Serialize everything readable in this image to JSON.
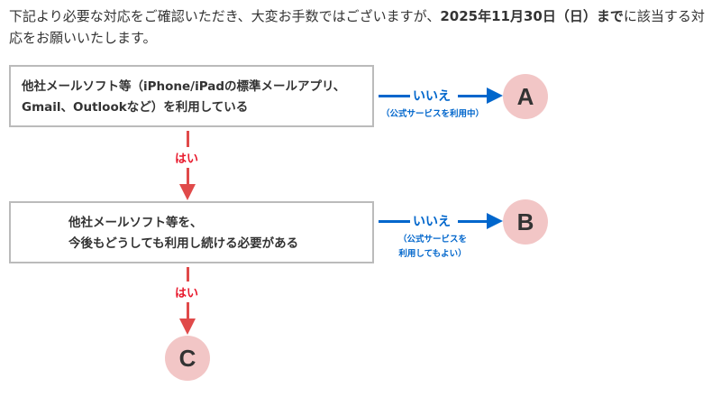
{
  "intro": {
    "before": "下記より必要な対応をご確認いただき、大変お手数ではございますが、",
    "deadline": "2025年11月30日（日）まで",
    "after": "に該当する対応をお願いいたします。"
  },
  "q1": {
    "line1": "他社メールソフト等（iPhone/iPadの標準メールアプリ、",
    "line2": "Gmail、Outlookなど）を利用している"
  },
  "q2": {
    "line1": "他社メールソフト等を、",
    "line2": "今後もどうしても利用し続ける必要がある"
  },
  "branch_a": {
    "no": "いいえ",
    "note": "（公式サービスを利用中）",
    "result": "A"
  },
  "branch_b": {
    "no": "いいえ",
    "note1": "（公式サービスを",
    "note2": "利用してもよい）",
    "result": "B"
  },
  "yes1": "はい",
  "yes2": "はい",
  "result_c": "C",
  "colors": {
    "blue": "#0066cc",
    "red": "#e04a4a",
    "circle": "#f2c6c6"
  }
}
